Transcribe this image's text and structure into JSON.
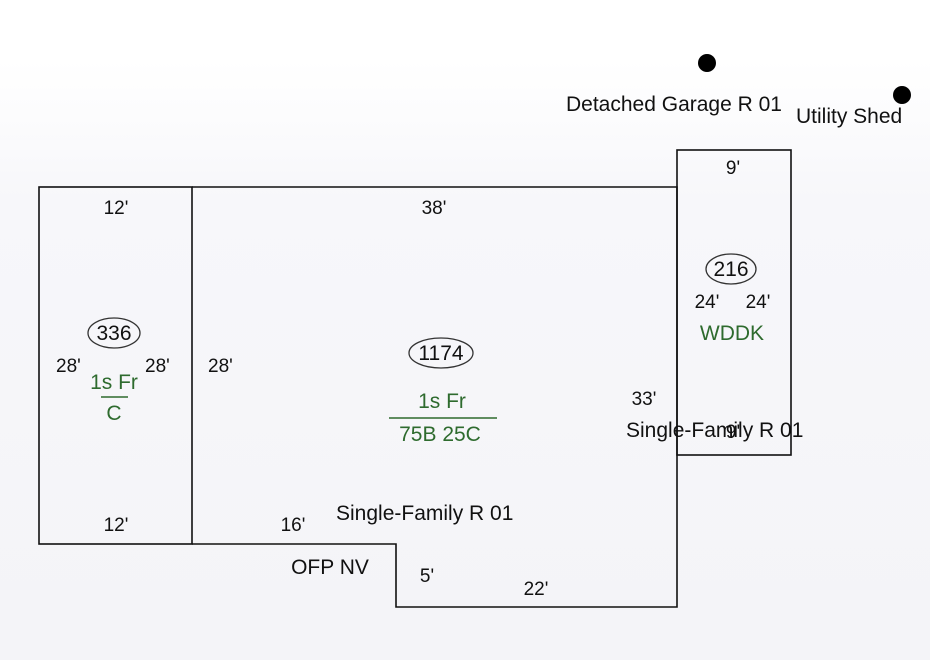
{
  "markers": {
    "garage": "Detached Garage R 01",
    "shed": "Utility Shed"
  },
  "left_section": {
    "area": "336",
    "top": "12'",
    "bottom": "12'",
    "left": "28'",
    "right": "28'",
    "use_top": "1s Fr",
    "use_bottom": "C"
  },
  "main_section": {
    "area": "1174",
    "top": "38'",
    "left": "28'",
    "use_top": "1s Fr",
    "use_bottom": "75B 25C",
    "label": "Single-Family R 01",
    "notch_top": "16'",
    "notch_label": "OFP NV",
    "notch_side": "5'",
    "bottom": "22'",
    "right": "33'"
  },
  "deck_section": {
    "area": "216",
    "top": "9'",
    "left": "24'",
    "right": "24'",
    "use": "WDDK",
    "bottom": "9'",
    "label": "Single-Family R 01"
  },
  "colors": {
    "outline": "#111111",
    "use_code": "#2e6b2e"
  }
}
